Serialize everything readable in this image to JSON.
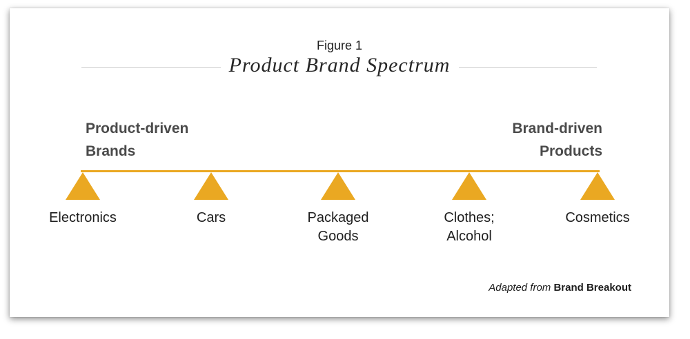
{
  "colors": {
    "accent": "#EAA822",
    "rule": "#c9c9c9",
    "heading_text": "#4a4a4a",
    "label_text": "#1e1e1e"
  },
  "header": {
    "figure_label": "Figure 1",
    "title": "Product Brand Spectrum"
  },
  "spectrum": {
    "left_endpoint": "Product-driven\nBrands",
    "right_endpoint": "Brand-driven\nProducts",
    "markers": [
      "Electronics",
      "Cars",
      "Packaged\nGoods",
      "Clothes;\nAlcohol",
      "Cosmetics"
    ]
  },
  "attribution": {
    "prefix": "Adapted from ",
    "source": "Brand Breakout"
  }
}
